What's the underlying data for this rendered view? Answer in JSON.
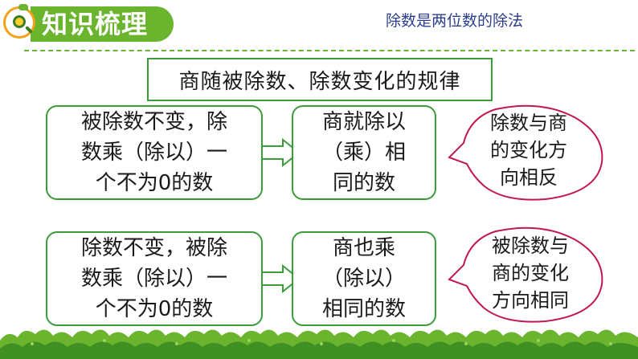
{
  "header": {
    "title": "知识梳理",
    "subtitle": "除数是两位数的除法"
  },
  "main": {
    "heading": "商随被除数、除数变化的规律",
    "rules": [
      {
        "condition": [
          "被除数不变，除",
          "数乘（除以）一",
          "个不为0的数"
        ],
        "result": [
          "商就除以",
          "（乘）相",
          "同的数"
        ],
        "note": [
          "除数与商",
          "的变化方",
          "向相反"
        ]
      },
      {
        "condition": [
          "除数不变，被除",
          "数乘（除以）一",
          "个不为0的数"
        ],
        "result": [
          "商也乘",
          "（除以）",
          "相同的数"
        ],
        "note": [
          "被除数与",
          "商的变化",
          "方向相同"
        ]
      }
    ]
  },
  "colors": {
    "green": "#6ab42e",
    "border_green": "#3a9d3a",
    "oval_border": "#c0184f",
    "subtitle_blue": "#2c3e8e"
  },
  "icons": [
    "magnifier-logo-icon",
    "right-arrow-icon",
    "grass-decoration"
  ]
}
